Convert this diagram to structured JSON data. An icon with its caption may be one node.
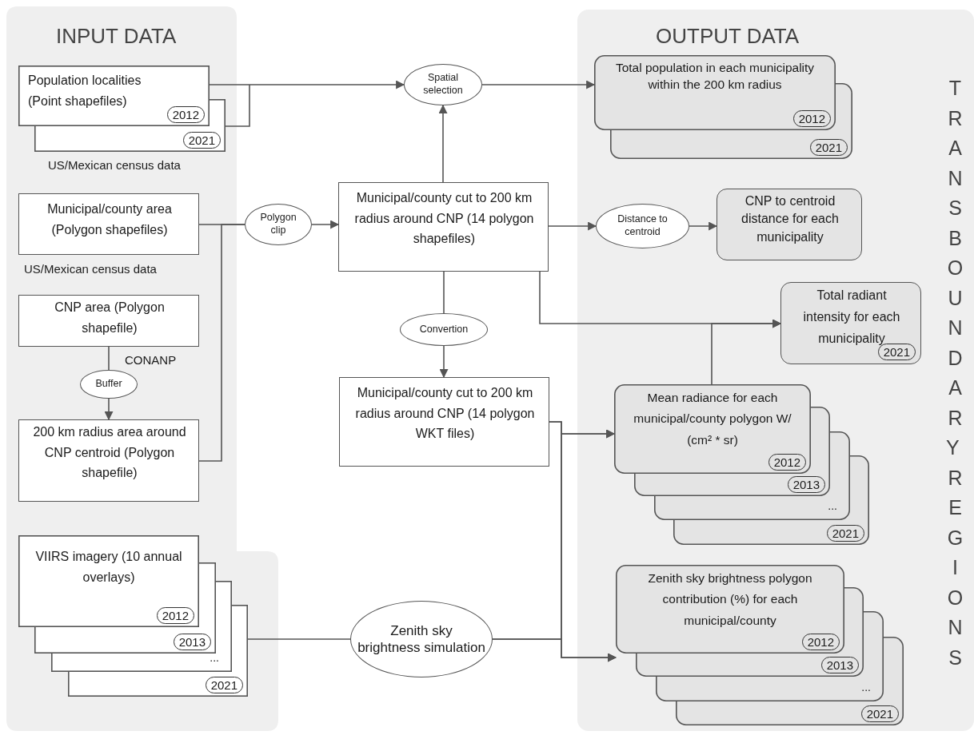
{
  "diagram": {
    "nodes": [
      {
        "text": [
          "INPUT DATA"
        ]
      },
      {
        "text": [
          "OUTPUT DATA",
          "TRANSBOUNDARY REGIONS"
        ]
      },
      {
        "text": [
          "Population localities (Point shapefiles)",
          "2012",
          "2021"
        ],
        "in": 0,
        "beside": [
          "US/Mexican census data"
        ]
      },
      {
        "text": [
          "Municipal/county area (Polygon shapefiles)"
        ],
        "in": 0,
        "beside": [
          "US/Mexican census data"
        ]
      },
      {
        "text": [
          "CNP area (Polygon shapefile)"
        ],
        "in": 0,
        "beside": [
          "CONANP"
        ]
      },
      {
        "text": [
          "Buffer"
        ],
        "in": 0
      },
      {
        "text": [
          "200 km radius area around CNP centroid (Polygon shapefile)"
        ],
        "in": 0
      },
      {
        "text": [
          "VIIRS imagery (10 annual overlays)",
          "2012",
          "2013",
          "...",
          "2021"
        ],
        "in": 0
      },
      {
        "text": [
          "Spatial selection"
        ]
      },
      {
        "text": [
          "Polygon clip"
        ]
      },
      {
        "text": [
          "Municipal/county cut to 200 km radius around CNP (14 polygon shapefiles)"
        ]
      },
      {
        "text": [
          "Convertion"
        ]
      },
      {
        "text": [
          "Municipal/county cut to 200 km radius around CNP (14 polygon WKT files)"
        ]
      },
      {
        "text": [
          "Zenith sky brightness simulation"
        ]
      },
      {
        "text": [
          "Total population in each municipality within the 200 km radius",
          "2012",
          "2021"
        ],
        "in": 1
      },
      {
        "text": [
          "Distance to centroid"
        ],
        "in": 1
      },
      {
        "text": [
          "CNP to centroid distance for each municipality"
        ],
        "in": 1
      },
      {
        "text": [
          "Total radiant intensity for each municipality",
          "2021"
        ],
        "in": 1
      },
      {
        "text": [
          "Mean radiance for each municipal/county polygon W/ (cm² * sr)",
          "2012",
          "2013",
          "...",
          "2021"
        ],
        "in": 1
      },
      {
        "text": [
          "Zenith sky brightness polygon contribution (%) for each municipal/county",
          "2012",
          "2013",
          "...",
          "2021"
        ],
        "in": 1
      }
    ],
    "edges": [
      {
        "from": 2,
        "to": 8,
        "arrow": "to"
      },
      {
        "from": 8,
        "to": 14,
        "arrow": "to"
      },
      {
        "from": 3,
        "to": 9,
        "arrow": "none"
      },
      {
        "from": 6,
        "to": 9,
        "arrow": "none"
      },
      {
        "from": 9,
        "to": 10,
        "arrow": "to"
      },
      {
        "from": 10,
        "to": 8,
        "arrow": "to"
      },
      {
        "from": 10,
        "to": 15,
        "arrow": "to"
      },
      {
        "from": 15,
        "to": 16,
        "arrow": "to"
      },
      {
        "from": 4,
        "to": 5,
        "arrow": "none"
      },
      {
        "from": 5,
        "to": 6,
        "arrow": "to"
      },
      {
        "from": 10,
        "to": 17,
        "arrow": "to"
      },
      {
        "from": 18,
        "to": 17,
        "arrow": "to"
      },
      {
        "from": 10,
        "to": 11,
        "arrow": "none"
      },
      {
        "from": 11,
        "to": 12,
        "arrow": "to"
      },
      {
        "from": 12,
        "to": 18,
        "arrow": "to"
      },
      {
        "from": 12,
        "to": 19,
        "arrow": "to"
      },
      {
        "from": 13,
        "to": 18,
        "arrow": "to"
      },
      {
        "from": 13,
        "to": 19,
        "arrow": "to"
      },
      {
        "from": 7,
        "to": 13,
        "arrow": "none"
      }
    ]
  }
}
